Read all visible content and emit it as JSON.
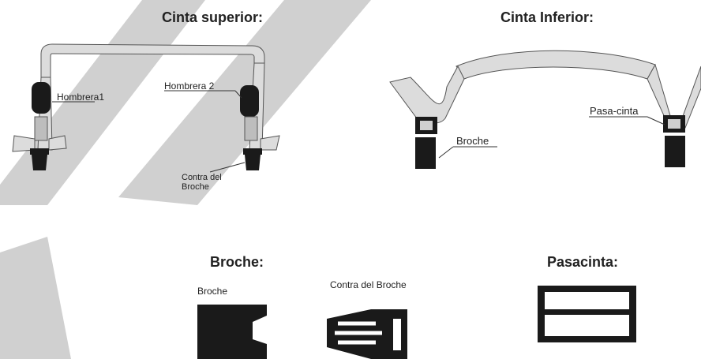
{
  "sections": {
    "upper_strap": {
      "title": "Cinta superior:"
    },
    "lower_strap": {
      "title": "Cinta Inferior:"
    },
    "buckle": {
      "title": "Broche:"
    },
    "slider": {
      "title": "Pasacinta:"
    }
  },
  "labels": {
    "shoulder_1": "Hombrera1",
    "shoulder_2": "Hombrera 2",
    "counter_buckle_upper_line1": "Contra del",
    "counter_buckle_upper_line2": "Broche",
    "buckle_lower": "Broche",
    "pass_strap": "Pasa-cinta",
    "buckle_detail": "Broche",
    "counter_buckle_detail": "Contra del Broche"
  },
  "colors": {
    "strap_fill": "#dcdcdc",
    "strap_stroke": "#555555",
    "part_fill": "#1a1a1a",
    "watermark": "#d0d0d0"
  }
}
